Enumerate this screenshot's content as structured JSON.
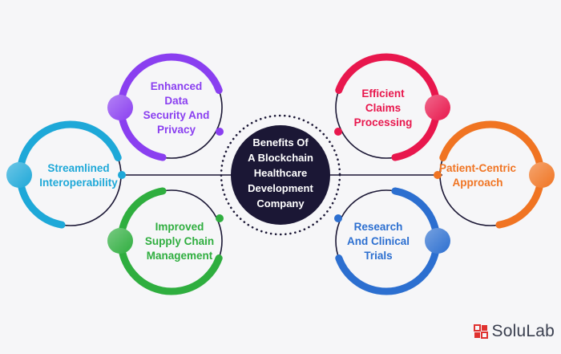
{
  "center": {
    "lines": [
      "Benefits Of",
      "A Blockchain",
      "Healthcare",
      "Development",
      "Company"
    ],
    "color": "#1b1735"
  },
  "nodes": [
    {
      "id": "enhanced-data-security",
      "lines": [
        "Enhanced",
        "Data",
        "Security And",
        "Privacy"
      ],
      "color": "#8a3ff0",
      "side": "left"
    },
    {
      "id": "streamlined-interoperability",
      "lines": [
        "Streamlined",
        "Interoperability"
      ],
      "color": "#1ea8d8",
      "side": "left"
    },
    {
      "id": "improved-supply-chain",
      "lines": [
        "Improved",
        "Supply Chain",
        "Management"
      ],
      "color": "#2fae3f",
      "side": "left"
    },
    {
      "id": "efficient-claims-processing",
      "lines": [
        "Efficient",
        "Claims",
        "Processing"
      ],
      "color": "#e8174d",
      "side": "right"
    },
    {
      "id": "patient-centric-approach",
      "lines": [
        "Patient-Centric",
        "Approach"
      ],
      "color": "#f07422",
      "side": "right"
    },
    {
      "id": "research-clinical-trials",
      "lines": [
        "Research",
        "And Clinical",
        "Trials"
      ],
      "color": "#2c6fd0",
      "side": "right"
    }
  ],
  "brand": {
    "name": "SoluLab",
    "color": "#e0312f"
  }
}
